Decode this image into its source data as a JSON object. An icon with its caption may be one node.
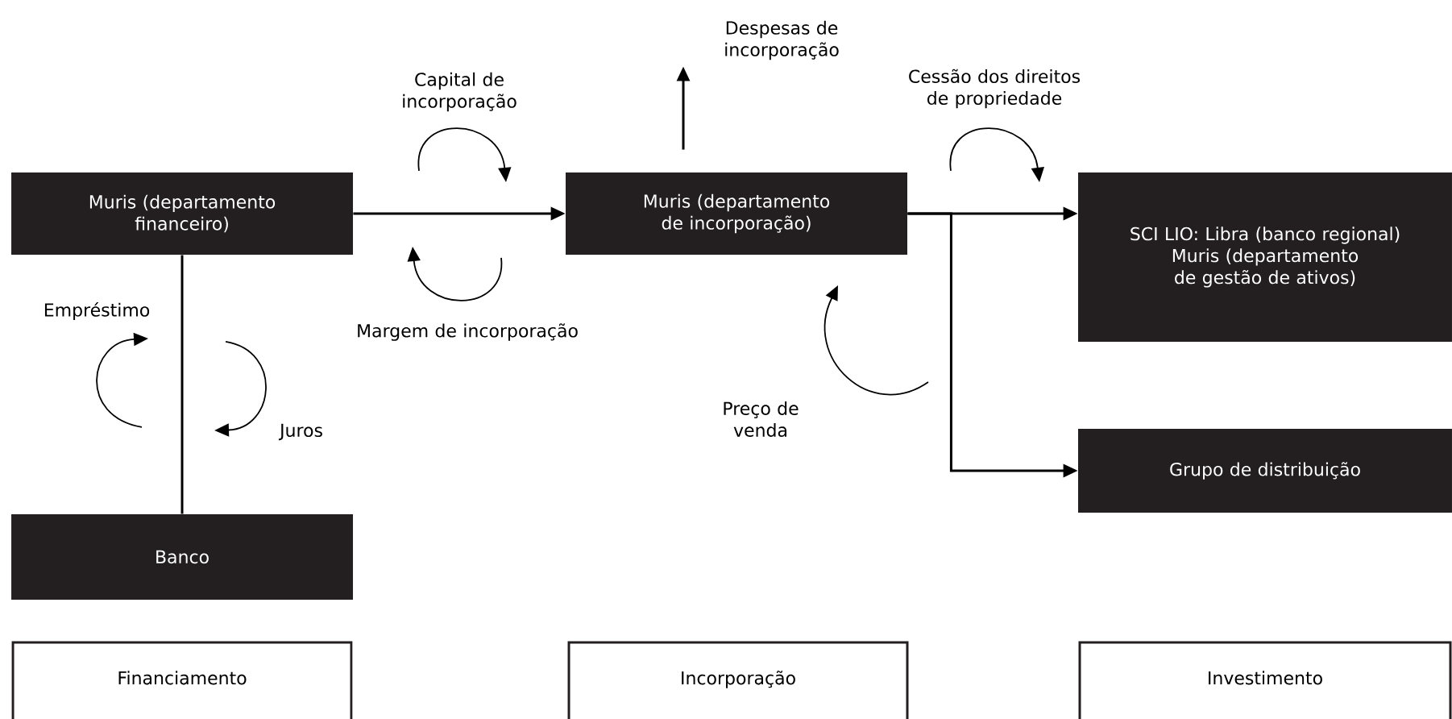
{
  "diagram": {
    "nodes": [
      {
        "text": [
          "Despesas de incorporação"
        ]
      },
      {
        "text": [
          "Muris (departamento financeiro)"
        ]
      },
      {
        "text": [
          "Muris (departamento de incorporação)"
        ]
      },
      {
        "text": [
          "SCI LIO: Libra (banco regional) Muris (departamento de gestão de ativos)"
        ]
      },
      {
        "text": [
          "Grupo de distribuição"
        ]
      },
      {
        "text": [
          "Banco"
        ]
      },
      {
        "text": [
          "Financiamento"
        ]
      },
      {
        "text": [
          "Incorporação"
        ]
      },
      {
        "text": [
          "Investimento"
        ]
      }
    ],
    "edges": [
      {
        "from": 1,
        "to": 2,
        "arrow": "to"
      },
      {
        "from": 2,
        "to": 0,
        "arrow": "to"
      },
      {
        "from": 2,
        "to": 3,
        "arrow": "to"
      },
      {
        "from": 2,
        "to": 4,
        "arrow": "to"
      },
      {
        "from": 1,
        "to": 5,
        "arrow": "none"
      }
    ],
    "labels": [
      "Capital de incorporação",
      "Cessão dos direitos de propriedade",
      "Empréstimo",
      "Margem de incorporação",
      "Juros",
      "Preço de venda"
    ]
  }
}
